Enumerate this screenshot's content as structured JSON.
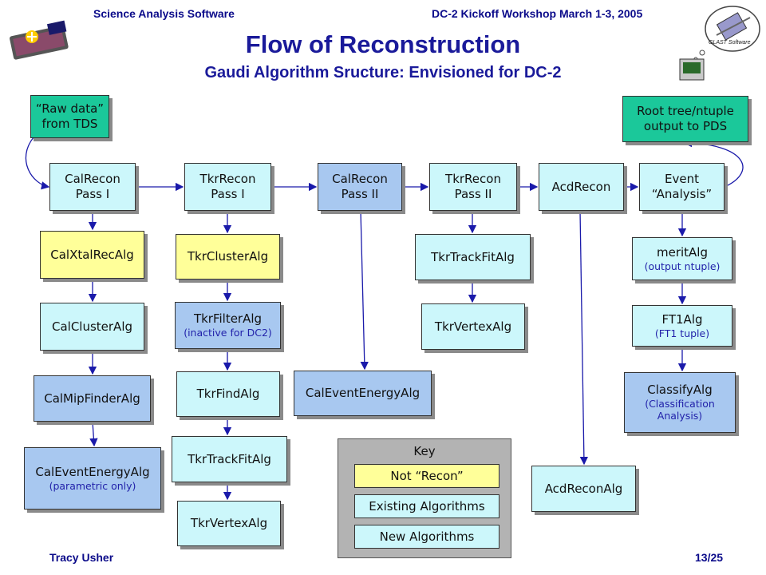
{
  "header": {
    "left": "Science Analysis Software",
    "right": "DC-2 Kickoff Workshop March 1-3, 2005",
    "title": "Flow of Reconstruction",
    "subtitle": "Gaudi Algorithm Sructure: Envisioned for DC-2",
    "glast_software": "GLAST Software"
  },
  "footer": {
    "author": "Tracy Usher",
    "page": "13/25"
  },
  "boxes": {
    "raw": {
      "l1": "“Raw data”",
      "l2": "from TDS"
    },
    "root": {
      "l1": "Root tree/ntuple",
      "l2": "output to PDS"
    },
    "calrecon1": {
      "l1": "CalRecon",
      "l2": "Pass I"
    },
    "tkrrecon1": {
      "l1": "TkrRecon",
      "l2": "Pass I"
    },
    "calrecon2": {
      "l1": "CalRecon",
      "l2": "Pass II"
    },
    "tkrrecon2": {
      "l1": "TkrRecon",
      "l2": "Pass II"
    },
    "acdrecon": {
      "l1": "AcdRecon"
    },
    "event": {
      "l1": "Event",
      "l2": "“Analysis”"
    },
    "calxtal": {
      "l1": "CalXtalRecAlg"
    },
    "calcluster": {
      "l1": "CalClusterAlg"
    },
    "calmip": {
      "l1": "CalMipFinderAlg"
    },
    "calenergy1": {
      "l1": "CalEventEnergyAlg",
      "l2": "(parametric only)"
    },
    "tkrcluster": {
      "l1": "TkrClusterAlg"
    },
    "tkrfilter": {
      "l1": "TkrFilterAlg",
      "l2": "(inactive for DC2)"
    },
    "tkrfind": {
      "l1": "TkrFindAlg"
    },
    "tkrfit1": {
      "l1": "TkrTrackFitAlg"
    },
    "tkrvertex1": {
      "l1": "TkrVertexAlg"
    },
    "calenergy2": {
      "l1": "CalEventEnergyAlg"
    },
    "tkrfit2": {
      "l1": "TkrTrackFitAlg"
    },
    "tkrvertex2": {
      "l1": "TkrVertexAlg"
    },
    "acdalg": {
      "l1": "AcdReconAlg"
    },
    "merit": {
      "l1": "meritAlg",
      "l2": "(output ntuple)"
    },
    "ft1": {
      "l1": "FT1Alg",
      "l2": "(FT1 tuple)"
    },
    "classify": {
      "l1": "ClassifyAlg",
      "l2": "(Classification",
      "l3": "Analysis)"
    }
  },
  "key": {
    "title": "Key",
    "not_recon": "Not “Recon”",
    "existing": "Existing Algorithms",
    "new": "New Algorithms"
  },
  "colors": {
    "not_recon": "#1bc89a",
    "recon_stage": "#ccf7fb",
    "existing": "#ffff99",
    "new": "#a8c8f0"
  }
}
